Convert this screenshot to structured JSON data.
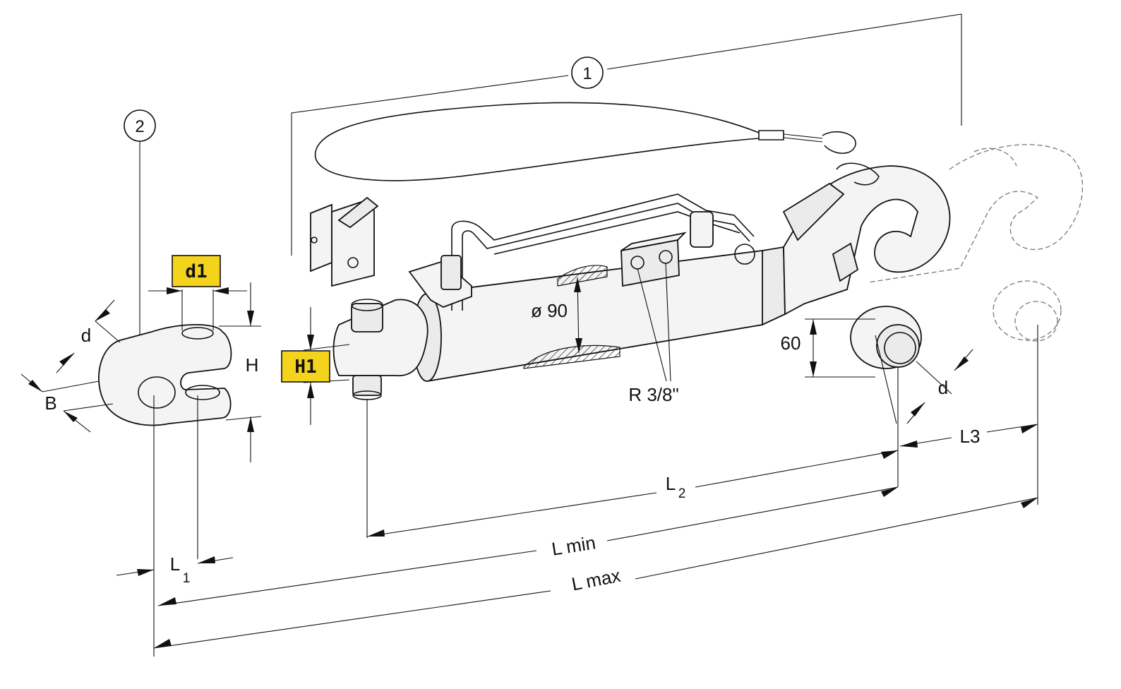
{
  "callouts": [
    "1",
    "2"
  ],
  "dimensions": {
    "d1": "d1",
    "H1": "H1",
    "d_left": "d",
    "B": "B",
    "H": "H",
    "L1": "L",
    "L1_sub": "1",
    "dia90": "ø 90",
    "stroke60": "60",
    "d_right": "d",
    "R": "R 3/8\"",
    "L2": "L",
    "L2_sub": "2",
    "L3": "L3",
    "Lmin": "L min",
    "Lmax": "L max"
  },
  "colors": {
    "highlight": "#f3d31b",
    "ink": "#111111"
  }
}
